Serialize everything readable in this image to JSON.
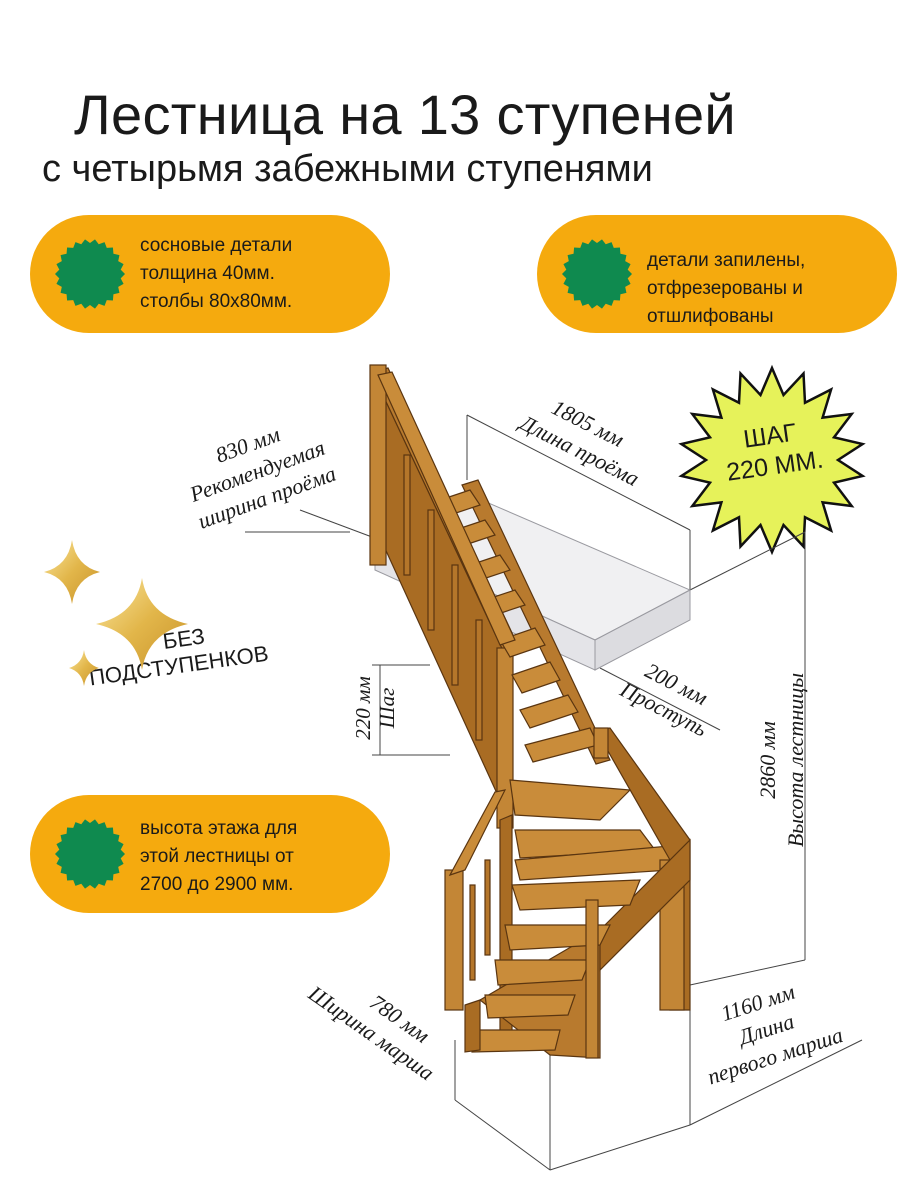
{
  "title": "Лестница на 13 ступеней",
  "subtitle": "с  четырьмя забежными ступенями",
  "features": [
    {
      "lines": [
        "сосновые детали",
        "толщина 40мм.",
        "столбы 80х80мм."
      ]
    },
    {
      "lines": [
        "детали запилены,",
        "отфрезерованы и",
        "отшлифованы"
      ]
    },
    {
      "lines": [
        "высота этажа для",
        "этой лестницы от",
        "2700 до 2900 мм."
      ]
    }
  ],
  "step_badge": {
    "line1": "ШАГ",
    "line2": "220 ММ."
  },
  "no_risers": {
    "line1": "БЕЗ",
    "line2": "ПОДСТУПЕНКОВ"
  },
  "dimensions": {
    "opening_width": {
      "value": "830 мм",
      "label1": "Рекомендуемая",
      "label2": "ширина проёма"
    },
    "opening_length": {
      "value": "1805 мм",
      "label": "Длина проёма"
    },
    "tread": {
      "value": "200 мм",
      "label": "Проступь"
    },
    "step": {
      "value": "220 мм",
      "label": "Шаг"
    },
    "height": {
      "value": "2860 мм",
      "label": "Высота лестницы"
    },
    "first_flight_length": {
      "value": "1160 мм",
      "label1": "Длина",
      "label2": "первого марша"
    },
    "flight_width": {
      "value": "780 мм",
      "label": "Ширина марша"
    }
  },
  "colors": {
    "pill": "#f5aa0e",
    "badge": "#0f8a4f",
    "starburst": "#e6f25a",
    "wood": "#b87a2e",
    "sparkle": "#e8c35a"
  },
  "icons": [
    "green-rosette-icon",
    "sparkle-icon",
    "starburst-icon"
  ]
}
